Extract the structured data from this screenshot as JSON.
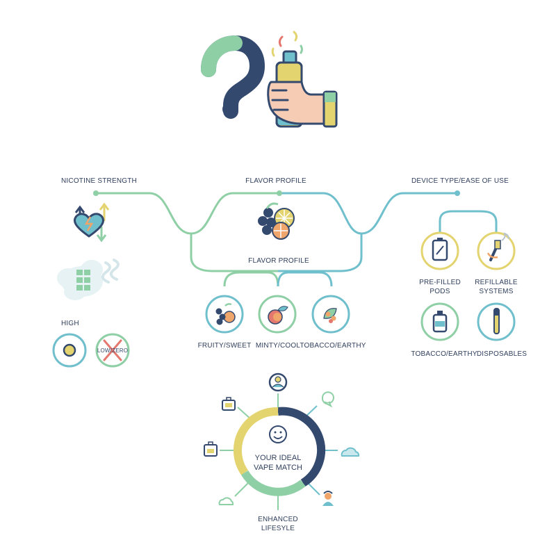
{
  "header": {
    "question_mark": "?"
  },
  "branches": {
    "nicotine": {
      "label": "NICOTINE STRENGTH"
    },
    "flavor": {
      "label": "FLAVOR PROFILE"
    },
    "device": {
      "label": "DEVICE TYPE/EASE OF USE"
    }
  },
  "nicotine_levels": {
    "high": "HIGH",
    "low_zero": "LOW/ZERO"
  },
  "flavor_sub": {
    "label": "FLAVOR PROFILE",
    "options": [
      {
        "label": "FRUITY/SWEET",
        "icon": "berries-icon"
      },
      {
        "label": "MINTY/COOL",
        "icon": "peach-icon"
      },
      {
        "label": "TOBACCO/EARTHY",
        "icon": "leaf-icon"
      }
    ]
  },
  "device_options": [
    {
      "label_line1": "PRE-FILLED",
      "label_line2": "PODS",
      "icon": "pod-icon"
    },
    {
      "label_line1": "REFILLABLE",
      "label_line2": "SYSTEMS",
      "icon": "refillable-vape-icon"
    },
    {
      "label_line1": "TOBACCO/EARTHY",
      "label_line2": "",
      "icon": "bottle-icon"
    },
    {
      "label_line1": "DISPOSABLES",
      "label_line2": "",
      "icon": "disposable-pen-icon"
    }
  ],
  "hub": {
    "line1": "YOUR IDEAL",
    "line2": "VAPE MATCH",
    "outcome_line1": "ENHANCED",
    "outcome_line2": "LIFESYLE"
  },
  "colors": {
    "navy": "#34496e",
    "teal": "#6fbfcc",
    "green": "#8fcfa6",
    "yellow": "#e3d46f",
    "orange": "#f0a56a",
    "red": "#e4776e",
    "skin": "#f6cdb4"
  }
}
